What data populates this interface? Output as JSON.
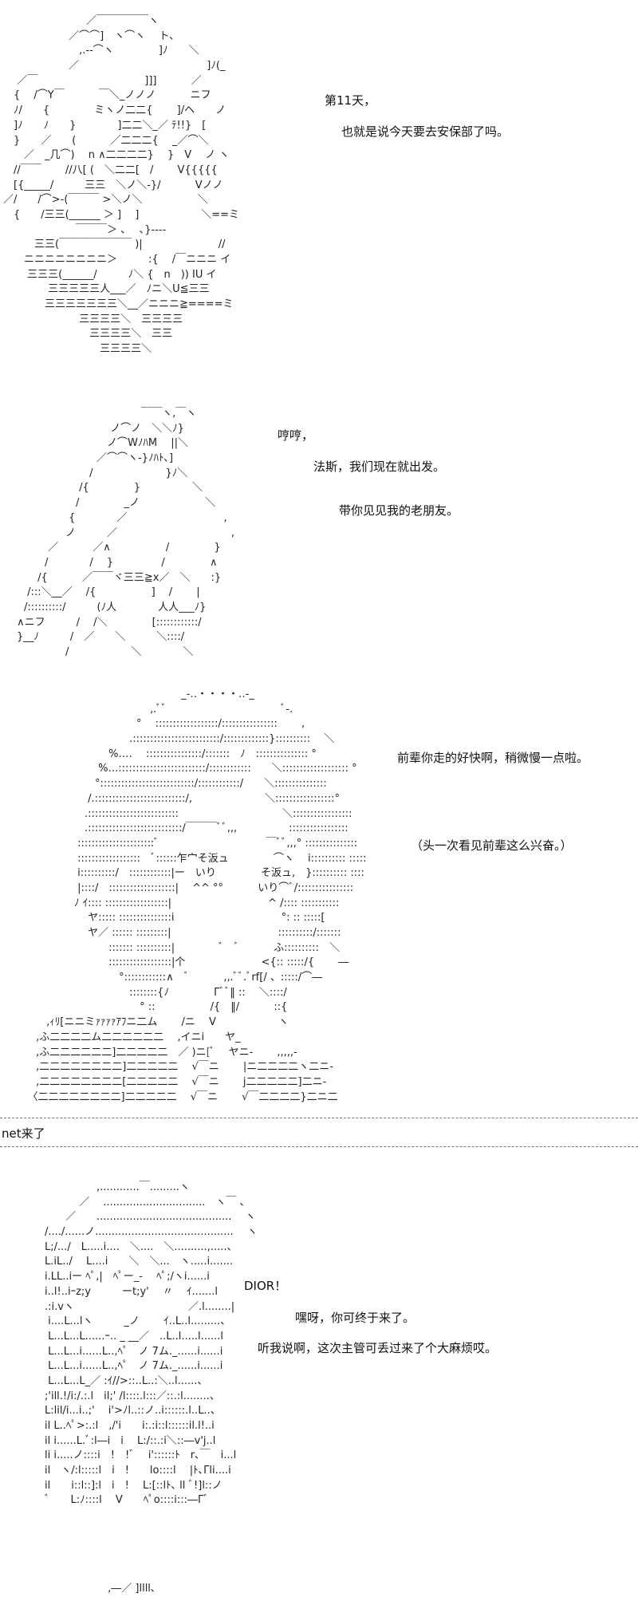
{
  "scene1": {
    "art": [
      "　　　　　　　　／￣￣￣￣￣ヽ　　",
      "　　　　　　 ／⌒⌒]　ヽ⌒ヽ　 ト､",
      "　　　　　　　 ,.-‐⌒ヽ　　　　 ]ﾉ　　＼",
      "　　　　　　 ／　　　　　　　　　　　　 ]ﾉ(_",
      "　 ／￣　　　　　　　　　　 ]]]　　　 ／",
      "　{　 /⌒Y￣　　　 ￣＼_ノノノ　　　 ニフ",
      "　ﾉ/　　{　　　　 ミヽノ二二{　　 ]/ヘ　　ノ",
      "　]ﾉ　　ﾉ　　}　　　　]二二＼_／ ﾃ!!}　[",
      "　}　　／　　(　　　 ／二二二{　 _／⌒＼",
      "　　／　_几⌒)　 n ∧二二二二}　 }　V　 ノ ヽ",
      "　//￣￣　　 //八[ (　＼二二[　/　　 V{{{{{",
      "　[{_____/　　　三三　＼ノ＼-}/　　　 Vノノ",
      "／/　　/⌒>-(￣￣￣ >＼ノ＼　　　　　 ＼",
      "　{　　/三三(______ ＞ ]　 ]　　　　　　＼==ミ",
      "　　　　　　　￣￣￣＞ 、　 ､}----",
      "　　　三三(￣￣￣￣￣￣￣ )|　　　　　　　 //",
      "　　ニニニニニニニニ＞　　　:{　 /￣ニニニ イ",
      "　　 三三三(______/　　　ﾉ＼ {　n　)) IU イ",
      "　　　　 三三三三三人___／　ﾉニ＼U≦三三",
      "　　　　三三三三三三三＼__／ニニニ≧====ミ",
      "　　　　　　　 三三三三＼　三三三三",
      "　　　　　　　　 三三三三＼　三三",
      "　　　　　　　　　 三三三三＼"
    ],
    "lines": [
      "第11天，",
      "也就是说今天要去安保部了吗。"
    ]
  },
  "scene2": {
    "art": [
      "　　　　　　　　　　　　　 ￣￣ヽ,￣ヽ",
      "　　　　　　　　　　 ノ⌒ノ　＼＼ﾉ}",
      "　　　　　　　　　　ノ⌒WﾉﾊM　 ||＼",
      "　　　　　　　　　／⌒⌒ヽ-}ﾉﾊﾄ､]",
      "　　　　　　　　 /　　　　　　　}ﾉ＼",
      "　　　　　　　 /{　　　　 }　　　　　＼",
      "　　　　　　　/　　　　 _ノ　　　　　　 ＼",
      "　　　　　　 {　　　　／　　　　　　　　　 ,",
      "　　　　　　ノ　　　／　　　　　　　　　　　,",
      "　　　　 ／　　　 ／∧　　　　　 /　　　　 }",
      "　　　　/　　　　/　 }　　　 　 /　　　　 ∧",
      "　　　 /{　　　 ／￣￣ヾ三三≧x／　＼　　:}",
      "　　 /:::＼__／　 /{　　　　　 ]　 /　　 |",
      "　　/::::::::::/　　　(ﾉ人　　　　人人___ﾉ}",
      "　 ∧ニフ　　　/　 /＼　　　　 [::::::::::::/",
      "　 }__ﾉ　　　/　／　　＼　　　＼::::/",
      "　　　　　　/　　　　　　＼　　　　＼"
    ],
    "lines": [
      "哼哼，",
      "法斯，我们现在就出发。",
      "带你见见我的老朋友。"
    ]
  },
  "scene3": {
    "art": [
      "　　　　　　　　　　　　　　　 _-‥・・・・‥-_",
      "　　　　　　　　　　　　 ,.ﾞﾞ　　　　　　　　　　　ﾞ-.",
      "　　　　　　　　　　　°　 ::::::::::::::::::/::::::::::::::::　　 ,",
      "　　　　　　　　　　 .:::::::::::::::::::::::::/:::::::::::::}::::::::::　 ＼",
      "　　　　　　　　 %‥‥　 ::::::::::::::::/:::::::　ﾉ　::::::::::::::: °",
      "　　　　　　　 %‥.:::::::::::::::::::::::::/::::::::::::　　＼::::::::::::::::::: °",
      "　　　　　　　°:::::::::::::::::::::::::::/::::::::::::/　　＼:::::::::::::::",
      "　　　　　　 /.::::::::::::::::::::::::::/,　　　　　　　＼:::::::::::::::::°",
      "　　　　　　.::::::::::::::::::::::::::　　　　　　　　　　＼:::::::::::::::::",
      "　　　　　　.:::::::::::::::::::::::::::/￣￣￣ﾞﾞ,,,　　　　　:::::::::::::::::",
      "　　　　　 ::::::::::::::::::::::ﾞ　　　　　　　　　　 ￣ﾞﾞ,,,° :::::::::::::::",
      "　　　　　 ::::::::::::::::::　ﾞ::::::乍宀そ汳ュ　　　　 ⌒ヽ　 i:::::::::: :::::",
      "　　　　　 i::::::::::/　::::::::::::|ー　いり　　　　 そ汳ュ,　}:::::::::: ::::",
      "　　　　　 |::::/　:::::::::::::::::::|　 ^^ °°　　　 いり⌒ﾞ/::::::::::::::::",
      "　　　　　ﾉ ｲ:::: ::::::::::::::::::|　　　　　　　　　 ^ /:::: :::::::::::",
      "　　　　　　 ヤ::::: :::::::::::::::i　　　　　　　　　　 °: :: :::::[",
      "　　　　　　 ヤ／ :::::: :::::::::|　　　　　　　　　　 ::::::::::/:::::::",
      "　　　　　　　　 ::::::: ::::::::::|　　　　 ﾞ　ﾞ　　　 ふ::::::::::　＼",
      "　　　　　　　　 ::::::::::::::::::|个　　　　　　　 <{:: :::::/{　　 ―",
      "　　　　　　　　　 °::::::::::::∧　ﾞ　　　 ,,.ﾞﾞ.ﾞrf[/ 、:::::/⌒―",
      "　　　　　　　　　　 ::::::::{ﾉ　　　　 Γﾞﾞ‖ ::　 ＼::::/",
      "　　　　　　　　　　　 ° ::　　　　　 /{　‖/　　　 ::{",
      "　　 ,ｨﾘ[ニニミｧｧｧｧｱﾌニ二ム　　 /ニ　 V　　　　　　ヽ",
      "　 ,ふ二二二二ム二二二二二二　 ,イニi　　ヤ_",
      "　 ,ふ二二二二二二]二二二二二　／ )ニ[ﾞ　 ヤニ-　　 ,,,,,-",
      "　 ,二二二二二二二二]二二二二二　 √￣ニ　　 |ニ二二二二ヽ二ニ-",
      "　 ,二二二二二二二二[二二二二二　 √￣ニ　　 j二二二二二]二ニ-",
      "　〈二二二二二二二二]二二二二二　 √￣ニ　　 √￣二二二二}二ニ二"
    ],
    "lines": [
      "前辈你走的好快啊，稍微慢一点啦。",
      "（头一次看见前辈这么兴奋。）"
    ]
  },
  "separator": {
    "label": "net来了"
  },
  "scene4": {
    "art": [
      "　　　　　,............￣.........ヽ",
      "　　　 ／　 ...............................　ヽ￣ 、",
      "　　／　　.........................................　 ヽ",
      "/..../......ノ..........................................　 ヽ",
      "L;/.../　L.....i....　＼....　＼..........,.....、",
      "L.iL../　 L....i　　＼　＼...　ヽ.....i.......",
      "i.LL..iー ﾍﾟ,|　ﾍﾟー_-　 ﾍﾟ;/ヽi......i",
      "i..l!..iｰz;y　　　ーt;y'　 〃　 ｲ.......l",
      ".:i.vヽ　　　　　　　　　　　／.l........|",
      " i....L...lヽ　　　_ノ　　 ｲ..L..l.........、",
      " L...L...L......ｰ.. _ __／　..L..l.....l......l",
      " L...L...i......L..,ﾍﾟ　ノ 7ム._......i......i",
      " L...L...i......L..,ﾍﾟ　ノ 7ム._......i......i",
      " L...L...L_／ :ｲ//>::..L..:＼..l......、",
      ";'ill.!/i:/.:.l　il;' /l::::.l:::／::.:l........、",
      "L:lil/i...i..;'　 i'>ﾉl..::ノ..i::::::.l..L..、",
      "il L..ﾍﾟ>:.:l　,/'i　　i:.:i::l::::::il.l!..i",
      "il i......L.ﾞ:l―i　i　 L:/::.:i＼::―v'j..l",
      "li i.....ノ::::i　!　!ﾞ　 i'::::::ﾄ　r､￣　i...l",
      "il　ヽ/:l:::::l　i　!　　lo::::l　 |ﾄ､Γli....i",
      "il　　i::l::]:l　i　!　 L:[::lﾄ､ ll ﾞ!]l::ノ",
      "ﾞ　　L:ﾉ::::l　 V　　ﾍﾟo::::i:::―Γﾞ"
    ],
    "lines": [
      "DIOR！",
      "嘿呀，你可终于来了。",
      "听我说啊，这次主管可丢过来了个大麻烦哎。"
    ]
  },
  "scene5": {
    "art": [
      "　　　　　　　 ,―／ ]llll､"
    ]
  }
}
